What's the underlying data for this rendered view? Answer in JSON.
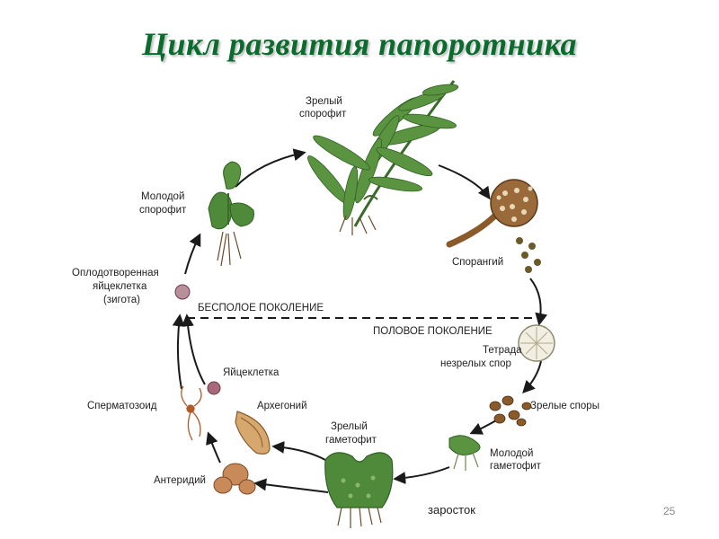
{
  "slide": {
    "title": "Цикл развития папоротника",
    "caption": "заросток",
    "page_number": "25"
  },
  "diagram": {
    "labels": {
      "mature_sporophyte": [
        "Зрелый",
        "спорофит"
      ],
      "sporangium": "Спорангий",
      "tetrad": [
        "Тетрада",
        "незрелых спор"
      ],
      "mature_spores": "Зрелые споры",
      "young_gametophyte": [
        "Молодой",
        "гаметофит"
      ],
      "mature_gametophyte": [
        "Зрелый",
        "гаметофит"
      ],
      "antheridium": "Антеридий",
      "archegonium": "Архегоний",
      "egg_cell": "Яйцеклетка",
      "spermatozoid": "Сперматозоид",
      "zygote": [
        "Оплодотворенная",
        "яйцеклетка",
        "(зигота)"
      ],
      "young_sporophyte": [
        "Молодой",
        "спорофит"
      ]
    },
    "divider": {
      "asexual": "БЕСПОЛОЕ ПОКОЛЕНИЕ",
      "sexual": "ПОЛОВОЕ ПОКОЛЕНИЕ"
    },
    "colors": {
      "title": "#0b6b2d",
      "leaf": "#4f8a3a",
      "leaf_dark": "#2f5f23",
      "brown": "#8a5a2b",
      "arrow": "#1a1a1a"
    }
  }
}
